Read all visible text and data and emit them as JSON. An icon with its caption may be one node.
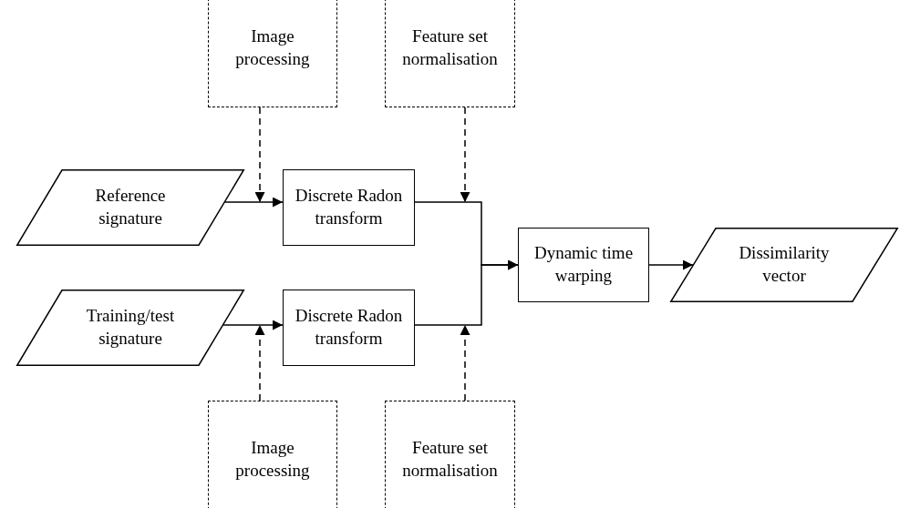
{
  "diagram": {
    "nodes": [
      {
        "text": [
          "Image processing"
        ]
      },
      {
        "text": [
          "Feature set normalisation"
        ]
      },
      {
        "text": [
          "Reference signature"
        ]
      },
      {
        "text": [
          "Discrete Radon transform"
        ]
      },
      {
        "text": [
          "Dynamic time warping"
        ]
      },
      {
        "text": [
          "Dissimilarity vector"
        ]
      },
      {
        "text": [
          "Training/test signature"
        ]
      },
      {
        "text": [
          "Discrete Radon transform"
        ]
      },
      {
        "text": [
          "Image processing"
        ]
      },
      {
        "text": [
          "Feature set normalisation"
        ]
      }
    ],
    "edges": [
      {
        "from": 2,
        "to": 3,
        "arrow": "to"
      },
      {
        "from": 0,
        "to": 3,
        "arrow": "to",
        "style": "dashed"
      },
      {
        "from": 1,
        "to": null,
        "arrow": "to",
        "style": "dashed"
      },
      {
        "from": 3,
        "to": 4,
        "arrow": "to"
      },
      {
        "from": 7,
        "to": 4,
        "arrow": "to"
      },
      {
        "from": 4,
        "to": 5,
        "arrow": "to"
      },
      {
        "from": 6,
        "to": 7,
        "arrow": "to"
      },
      {
        "from": 8,
        "to": 7,
        "arrow": "to",
        "style": "dashed"
      },
      {
        "from": 9,
        "to": null,
        "arrow": "to",
        "style": "dashed"
      }
    ]
  }
}
